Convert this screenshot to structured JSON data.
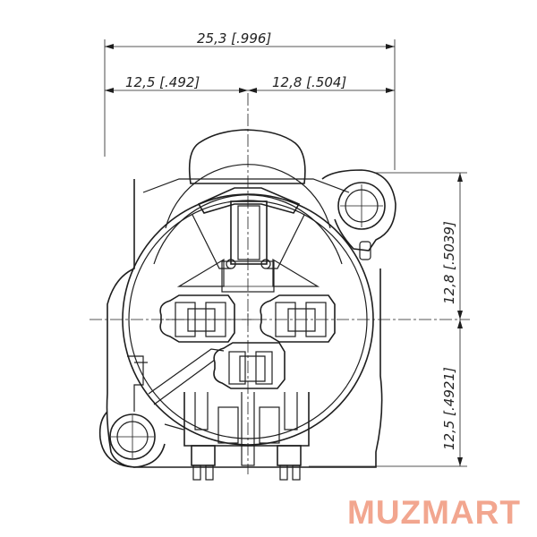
{
  "dimensions": {
    "overall_width": "25,3 [.996]",
    "left_half": "12,5 [.492]",
    "right_half": "12,8 [.504]",
    "upper_height": "12,8 [.5039]",
    "lower_height": "12,5 [.4921]"
  },
  "brand": {
    "logo_text": "MUZMART",
    "color": "#f2a68f"
  },
  "colors": {
    "line": "#1e1e1e",
    "background": "#ffffff"
  }
}
